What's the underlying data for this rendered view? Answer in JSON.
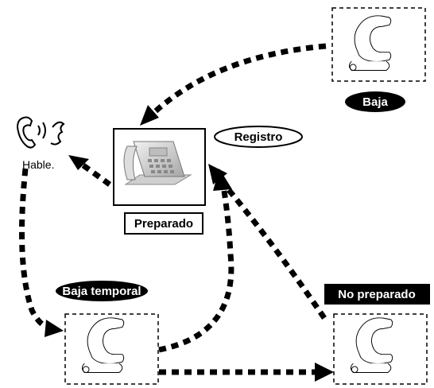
{
  "labels": {
    "baja": "Baja",
    "registro": "Registro",
    "hable": "Hable.",
    "preparado": "Preparado",
    "baja_temporal": "Baja temporal",
    "no_preparado": "No preparado"
  },
  "colors": {
    "ink": "#000000",
    "background": "#ffffff",
    "phone_fill": "#d9d9d9"
  },
  "icons": {
    "talking": "talking-handset-icon",
    "desk_phone": "desk-phone-icon",
    "handset": "handset-outline-icon"
  }
}
